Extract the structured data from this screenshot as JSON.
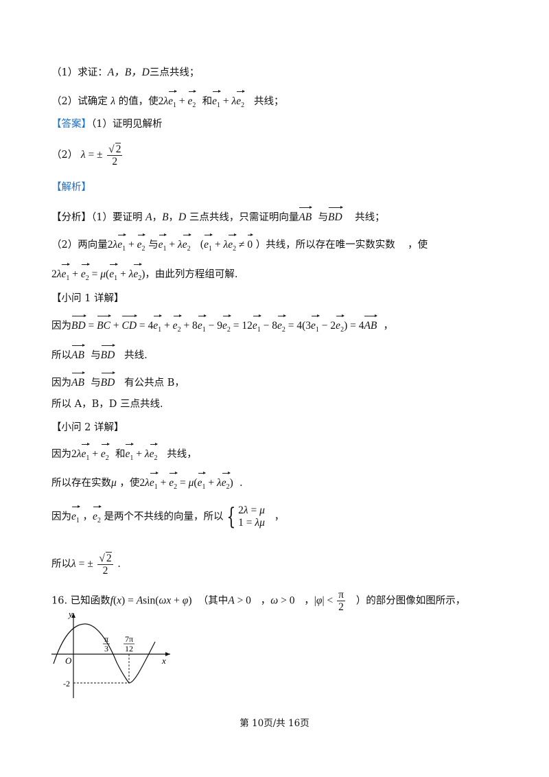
{
  "q1_label": "（1）求证：",
  "q1_points": "A，B，D",
  "q1_tail": "三点共线；",
  "q2_label": "（2）试确定",
  "q2_mid": "的值，使",
  "q2_and": "和",
  "q2_tail": "共线；",
  "answer_tag": "【答案】",
  "answer1": "（1）证明见解析",
  "answer2_label": "（2）",
  "analysis_tag": "【解析】",
  "fenxi_tag": "【分析】",
  "fenxi1_a": "（1）要证明",
  "fenxi1_b": "三点共线，只需证明向量",
  "fenxi1_c": "与",
  "fenxi1_d": "共线；",
  "fenxi2_a": "（2）两向量",
  "fenxi2_b": "与",
  "fenxi2_c": "）共线，所以存在唯一实数实数",
  "fenxi2_d": "，使",
  "fenxi3_tail": "，由此列方程组可解.",
  "sub1_title": "【小问 1 详解】",
  "sub1_l1_a": "因为",
  "sub1_l2_a": "所以",
  "sub1_l2_b": "与",
  "sub1_l2_c": "共线.",
  "sub1_l3_a": "因为",
  "sub1_l3_b": "与",
  "sub1_l3_c": "有公共点 B，",
  "sub1_l4": "所以 A，B，D 三点共线.",
  "sub2_title": "【小问 2 详解】",
  "sub2_l1_a": "因为",
  "sub2_l1_b": "和",
  "sub2_l1_c": "共线，",
  "sub2_l2_a": "所以存在实数",
  "sub2_l2_b": "，使",
  "sub2_l3_a": "因为",
  "sub2_l3_b": "，",
  "sub2_l3_c": "是两个不共线的向量，所以",
  "sub2_l4_a": "所以",
  "q16_a": "16. 已知函数",
  "q16_b": "（其中",
  "q16_c": "）的部分图像如图所示，",
  "graph": {
    "y_label": "y",
    "x_label": "x",
    "origin": "O",
    "tick1_num": "π",
    "tick1_den": "3",
    "tick2_num": "7π",
    "tick2_den": "12",
    "min_label": "-2"
  },
  "footer": "第 10页/共 16页"
}
